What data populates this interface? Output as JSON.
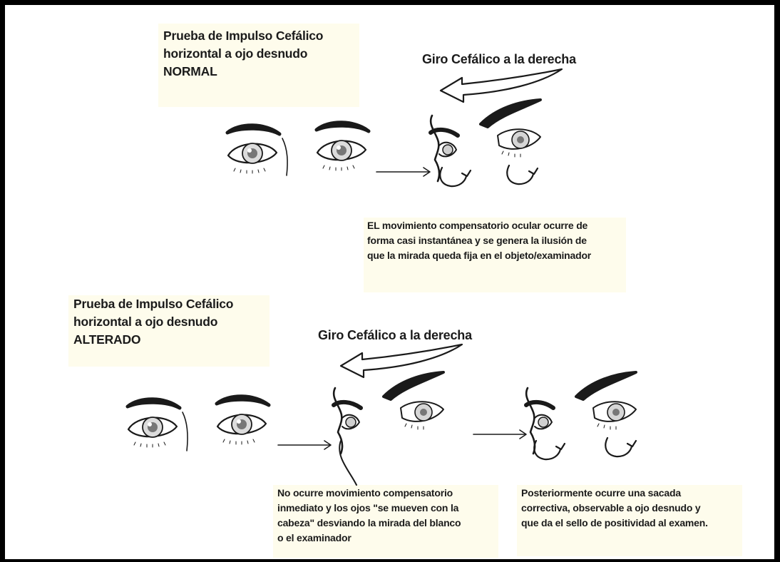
{
  "normal": {
    "title_lines": [
      "Prueba de Impulso Cefálico",
      "horizontal a ojo desnudo",
      "NORMAL"
    ],
    "turn_label": "Giro Cefálico a la derecha",
    "caption_lines": [
      "EL movimiento compensatorio ocular ocurre de",
      "forma casi instantánea y se genera la ilusión de",
      "que la mirada queda fija en el objeto/examinador"
    ]
  },
  "altered": {
    "title_lines": [
      "Prueba de Impulso Cefálico",
      "horizontal a ojo desnudo",
      "ALTERADO"
    ],
    "turn_label": "Giro Cefálico a la derecha",
    "caption_no_compensation_lines": [
      "No ocurre movimiento compensatorio",
      "inmediato y los ojos \"se mueven con la",
      "cabeza\" desviando la mirada del blanco",
      "o el examinador"
    ],
    "caption_saccade_lines": [
      "Posteriormente ocurre una sacada",
      "correctiva, observable a ojo desnudo y",
      "que da el sello de positividad al examen."
    ]
  },
  "colors": {
    "note_background": "#fefcec",
    "ink": "#1a1a1a",
    "frame": "#000000"
  },
  "icons": [
    "front-eyes-icon",
    "turned-head-eyes-icon",
    "compensation-arrow-icon",
    "head-turn-arrow-icon",
    "sequence-arrow-icon"
  ]
}
